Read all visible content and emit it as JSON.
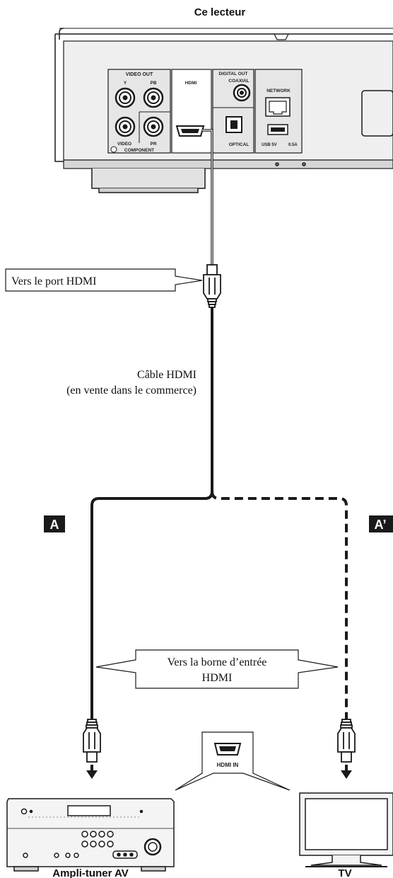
{
  "player": {
    "title": "Ce lecteur",
    "video_out": "VIDEO OUT",
    "y": "Y",
    "pb": "PB",
    "video": "VIDEO",
    "pr": "PR",
    "component": "COMPONENT",
    "hdmi": "HDMI",
    "digital_out": "DIGITAL OUT",
    "coaxial": "COAXIAL",
    "optical": "OPTICAL",
    "network": "NETWORK",
    "usb": "USB  5V",
    "usb_rating": "0.5A"
  },
  "callouts": {
    "to_hdmi_port": "Vers le port HDMI",
    "cable_line1": "Câble HDMI",
    "cable_line2": "(en vente dans le commerce)",
    "to_input_line1": "Vers la borne d’entrée",
    "to_input_line2": "HDMI"
  },
  "badges": {
    "a": "A",
    "a_prime": "A’"
  },
  "hdmi_in": "HDMI IN",
  "devices": {
    "receiver": "Ampli-tuner AV",
    "tv": "TV"
  },
  "colors": {
    "line": "#1a1a1a",
    "panel_fill": "#f4f4f4",
    "panel_shadow": "#cfcfcf",
    "badge_bg": "#1a1a1a"
  }
}
